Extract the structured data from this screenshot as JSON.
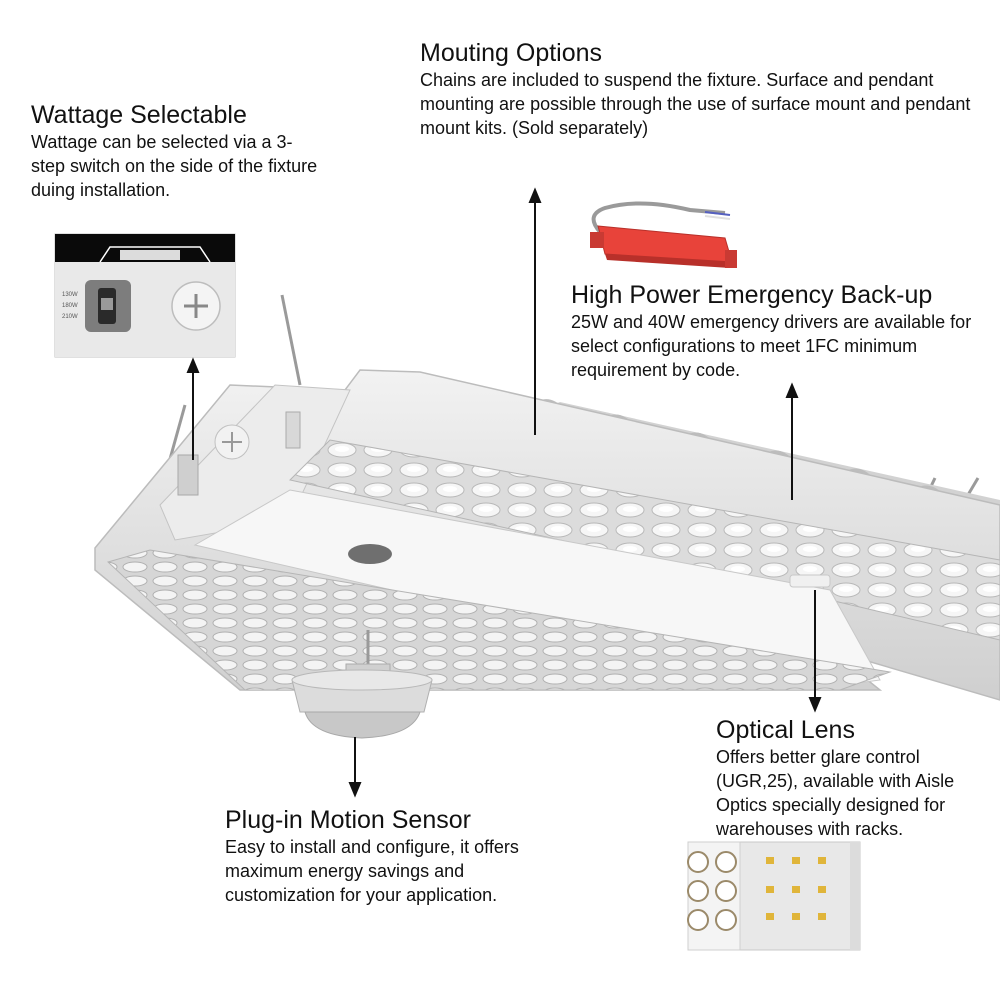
{
  "callouts": {
    "wattage": {
      "title": "Wattage Selectable",
      "body": "Wattage can be selected via a 3-step switch on the side of the fixture duing installation."
    },
    "mounting": {
      "title": "Mouting Options",
      "body": "Chains are included to suspend the fixture.  Surface and pendant mounting are possible through the use of surface mount and pendant mount kits. (Sold separately)"
    },
    "emergency": {
      "title": "High Power Emergency Back-up",
      "body": "25W and 40W emergency drivers are available for select configurations to meet 1FC minimum requirement by code."
    },
    "optical": {
      "title": "Optical Lens",
      "body": "Offers better glare control (UGR,25), available with Aisle Optics specially designed for warehouses with racks."
    },
    "sensor": {
      "title": "Plug-in Motion Sensor",
      "body": "Easy to install and configure, it offers maximum energy savings and customization for your application."
    }
  },
  "switch_labels": [
    "130W",
    "180W",
    "210W"
  ],
  "colors": {
    "emergency_driver": "#e8433a",
    "fixture_body": "#e6e6e6",
    "text": "#111111"
  }
}
